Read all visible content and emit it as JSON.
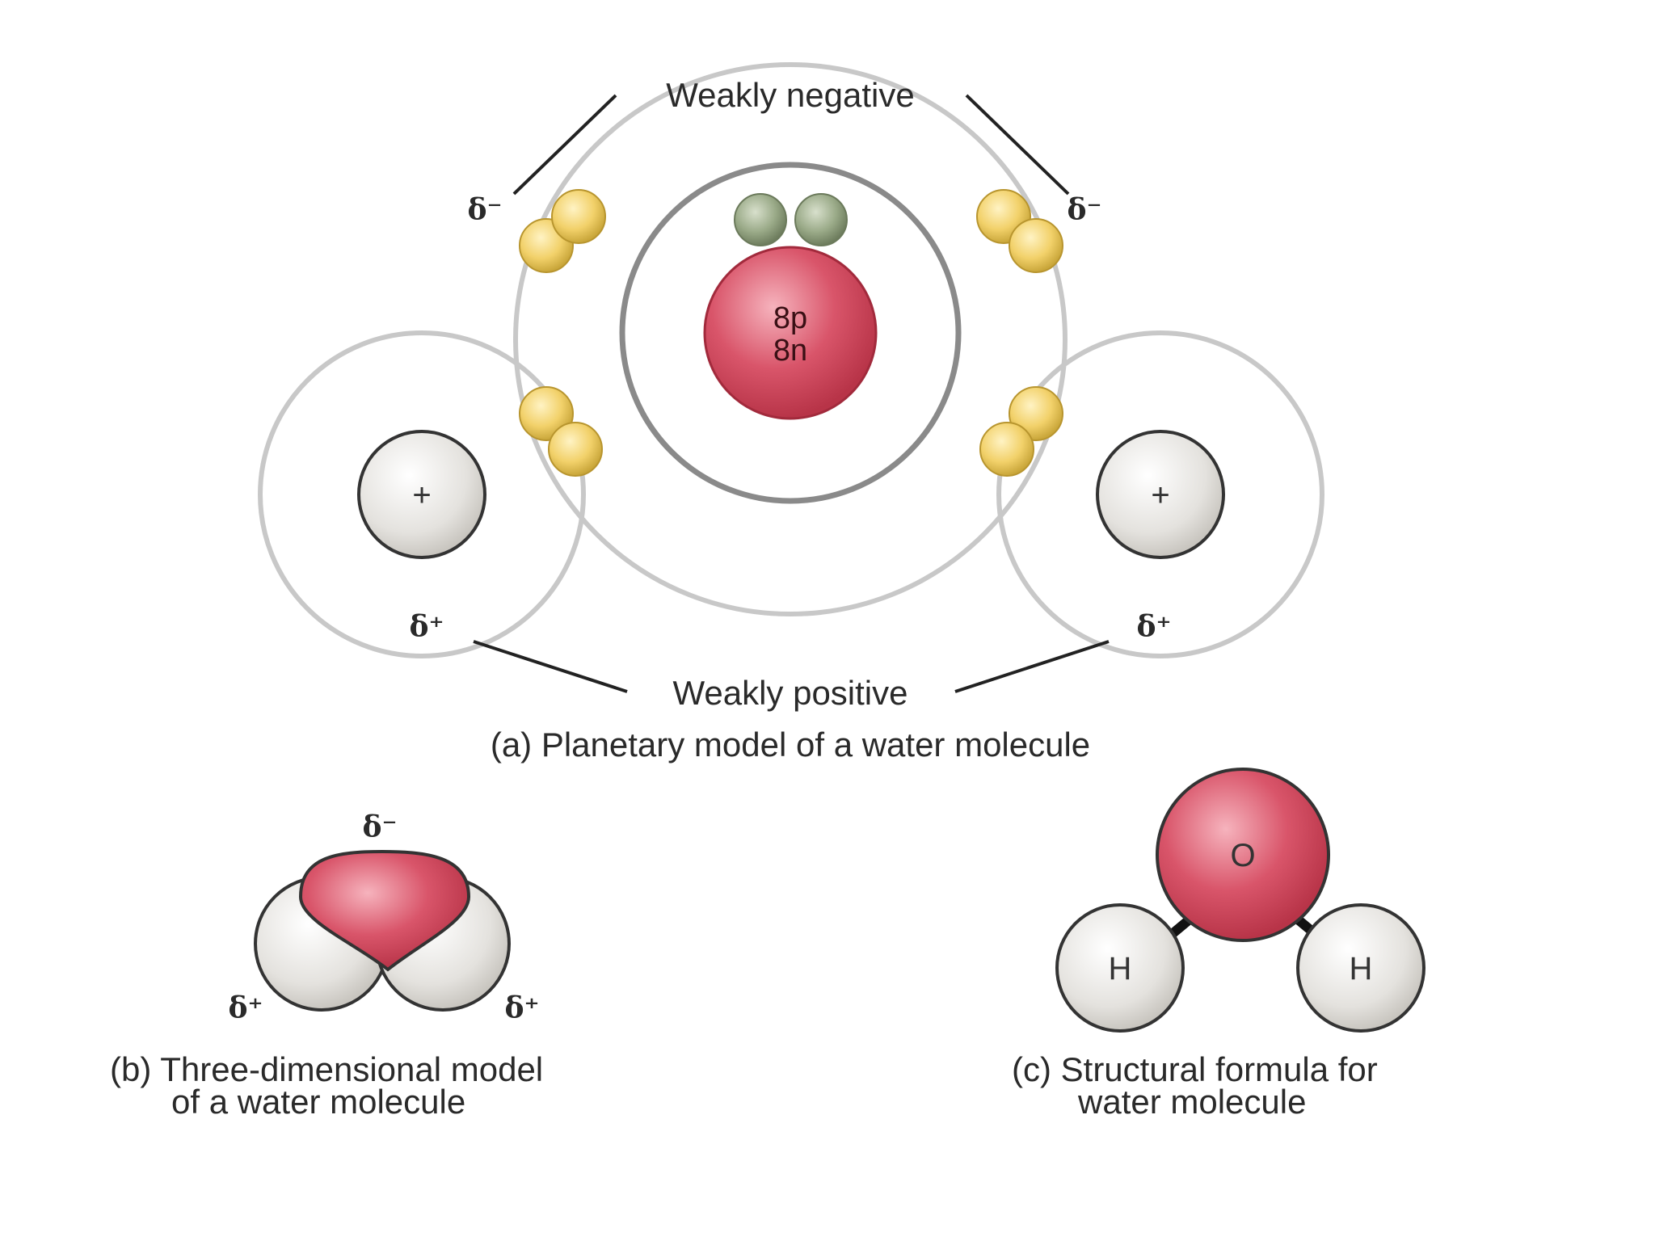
{
  "panel_a": {
    "label_negative": "Weakly negative",
    "label_positive": "Weakly positive",
    "delta_minus": "δ⁻",
    "delta_plus": "δ⁺",
    "nucleus_protons": "8p",
    "nucleus_neutrons": "8n",
    "hydrogen_nucleus": "+",
    "caption": "(a) Planetary model of a water molecule"
  },
  "panel_b": {
    "delta_minus": "δ⁻",
    "delta_plus": "δ⁺",
    "caption_line1": "(b) Three-dimensional model",
    "caption_line2": "of a water molecule"
  },
  "panel_c": {
    "oxygen": "O",
    "hydrogen": "H",
    "caption_line1": "(c) Structural formula for",
    "caption_line2": "water molecule"
  },
  "colors": {
    "oxygen": "#d9556a",
    "hydrogen": "#e4e2de",
    "bond_electron": "#f2d16a",
    "lone_electron": "#9aaa88",
    "shell": "#c8c8c8"
  }
}
